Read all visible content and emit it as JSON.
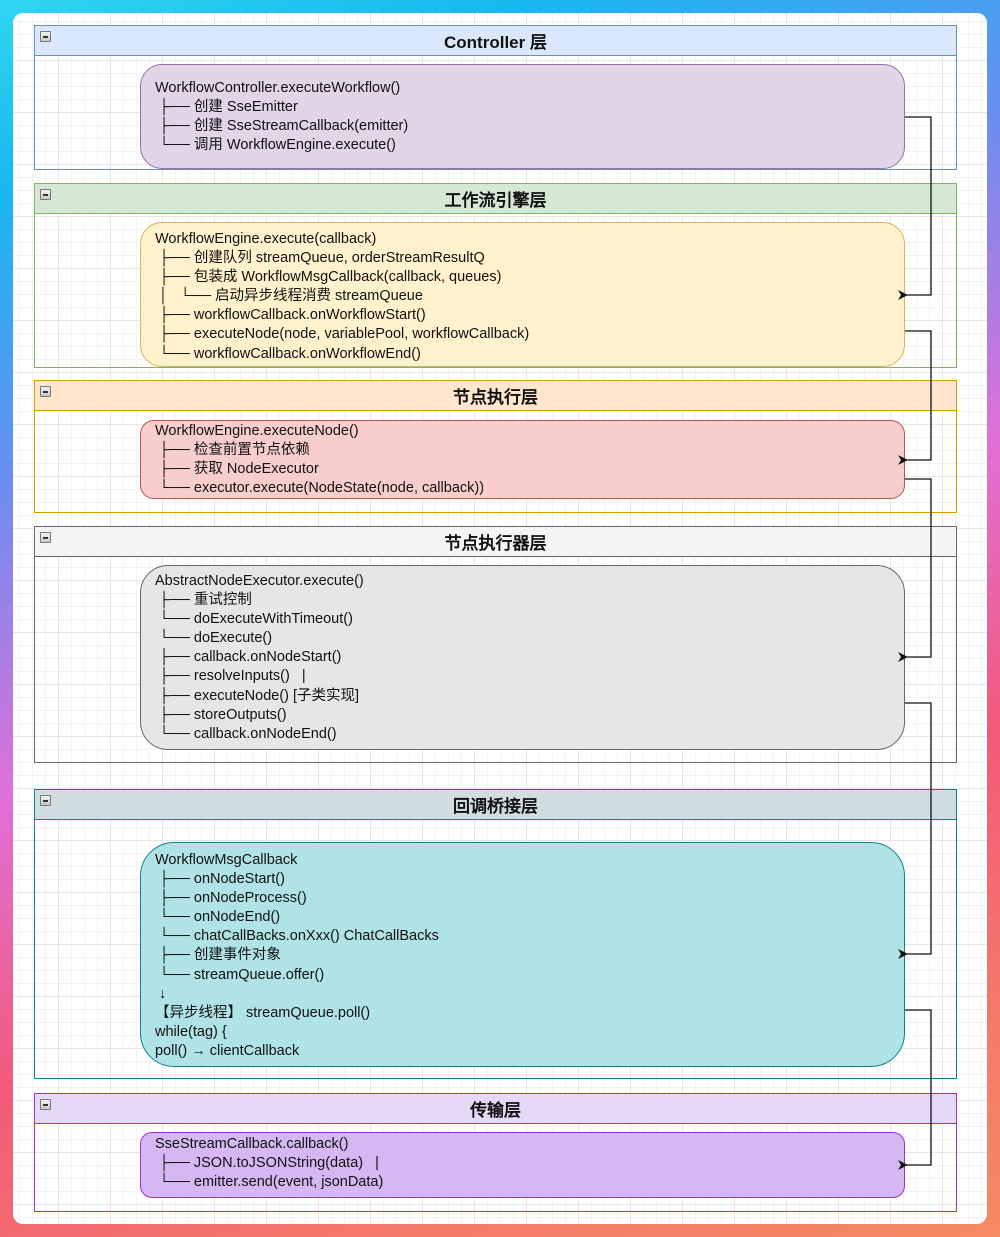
{
  "lanes": [
    {
      "title": "Controller 层",
      "header_color": "#dae8fc",
      "border_color": "#6c8ebf",
      "node": {
        "fill": "#e1d5e7",
        "stroke": "#9673a6",
        "lines": [
          "WorkflowController.executeWorkflow()",
          " ├── 创建 SseEmitter",
          " ├── 创建 SseStreamCallback(emitter)",
          " └── 调用 WorkflowEngine.execute()"
        ]
      }
    },
    {
      "title": "工作流引擎层",
      "header_color": "#d5e8d4",
      "border_color": "#82b366",
      "node": {
        "fill": "#fff2cc",
        "stroke": "#d6b656",
        "lines": [
          "WorkflowEngine.execute(callback)",
          " ├── 创建队列 streamQueue, orderStreamResultQ",
          " ├── 包装成 WorkflowMsgCallback(callback, queues)",
          " │   └── 启动异步线程消费 streamQueue",
          " ├── workflowCallback.onWorkflowStart()",
          " ├── executeNode(node, variablePool, workflowCallback)",
          " └── workflowCallback.onWorkflowEnd()"
        ]
      }
    },
    {
      "title": "节点执行层",
      "header_color": "#ffe6cc",
      "border_color": "#d79b00",
      "node": {
        "fill": "#f8cecc",
        "stroke": "#b85450",
        "lines": [
          "WorkflowEngine.executeNode()",
          " ├── 检查前置节点依赖",
          " ├── 获取 NodeExecutor",
          " └── executor.execute(NodeState(node, callback))"
        ]
      }
    },
    {
      "title": "节点执行器层",
      "header_color": "#f5f5f5",
      "border_color": "#666666",
      "node": {
        "fill": "#e6e6e6",
        "stroke": "#666666",
        "lines": [
          "AbstractNodeExecutor.execute()",
          " ├── 重试控制",
          " └── doExecuteWithTimeout()",
          " └── doExecute()",
          " ├── callback.onNodeStart()",
          " ├── resolveInputs()   |",
          " ├── executeNode() [子类实现]",
          " ├── storeOutputs()",
          " └── callback.onNodeEnd()"
        ]
      }
    },
    {
      "title": "回调桥接层",
      "header_color": "#d0dee2",
      "border_color": "#0e8088",
      "node": {
        "fill": "#b0e3e6",
        "stroke": "#0e8088",
        "lines": [
          "WorkflowMsgCallback",
          " ├── onNodeStart()",
          " ├── onNodeProcess()",
          " └── onNodeEnd()",
          " └── chatCallBacks.onXxx() ChatCallBacks",
          " ├── 创建事件对象",
          " └── streamQueue.offer()",
          " ↓",
          "【异步线程】 streamQueue.poll()",
          "while(tag) {",
          "poll() → clientCallback"
        ]
      }
    },
    {
      "title": "传输层",
      "header_color": "#e5d9f7",
      "border_color": "#9933cc",
      "node": {
        "fill": "#d5b8f3",
        "stroke": "#9933cc",
        "lines": [
          "SseStreamCallback.callback()",
          " ├── JSON.toJSONString(data)   |",
          " └── emitter.send(event, jsonData)"
        ]
      }
    }
  ],
  "connector_color": "#111111"
}
